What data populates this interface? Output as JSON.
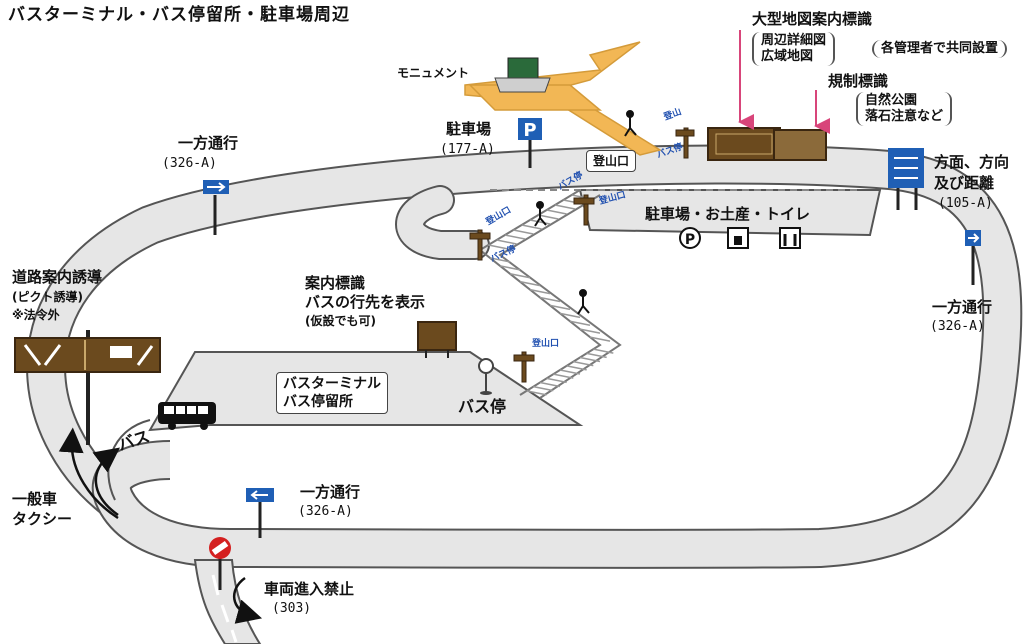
{
  "title": "バスターミナル・バス停留所・駐車場周辺",
  "labels": {
    "monument": "モニュメント",
    "large_map_sign": "大型地図案内標識",
    "large_map_sign_items": [
      "周辺詳細図",
      "広域地図"
    ],
    "joint_installation": "各管理者で共同設置",
    "regulation_sign": "規制標識",
    "regulation_sign_items": [
      "自然公園",
      "落石注意など"
    ],
    "parking": "駐車場",
    "parking_code": "(177-A)",
    "trailhead_box": "登山口",
    "one_way_top": "一方通行",
    "one_way_top_code": "(326-A)",
    "direction_distance": [
      "方面、方向",
      "及び距離"
    ],
    "direction_distance_code": "(105-A)",
    "parking_souvenir_toilet": "駐車場・お土産・トイレ",
    "one_way_right": "一方通行",
    "one_way_right_code": "(326-A)",
    "road_guide": [
      "道路案内誘導",
      "(ピクト誘導)",
      "※法令外"
    ],
    "guide_sign": [
      "案内標識",
      "バスの行先を表示",
      "(仮設でも可)"
    ],
    "bus_terminal_box": [
      "バスターミナル",
      "バス停留所"
    ],
    "bus_stop": "バス停",
    "bus": "バス",
    "general_taxi": [
      "一般車",
      "タクシー"
    ],
    "one_way_bottom": "一方通行",
    "one_way_bottom_code": "(326-A)",
    "no_entry": "車両進入禁止",
    "no_entry_code": "(303)",
    "signpost_texts": {
      "tozan_top": "登山",
      "bus_stop_top": "バス停",
      "bus_stop_mid": "バス停",
      "tozanguchi_mid": "登山口",
      "tozanguchi_left": "登山口",
      "tozanguchi_low": "登山口",
      "bus_mid2": "バス停"
    },
    "facility_icons": [
      "P",
      "土産",
      "トイレ"
    ],
    "parking_sign_letter": "P"
  },
  "colors": {
    "road_fill": "#e6e6e6",
    "road_edge": "#555555",
    "monument_path": "#f2b755",
    "sign_blue": "#1f5fb5",
    "sign_brown": "#6b4a1e",
    "arrow_pink": "#d8457a",
    "no_entry_red": "#d42020"
  }
}
